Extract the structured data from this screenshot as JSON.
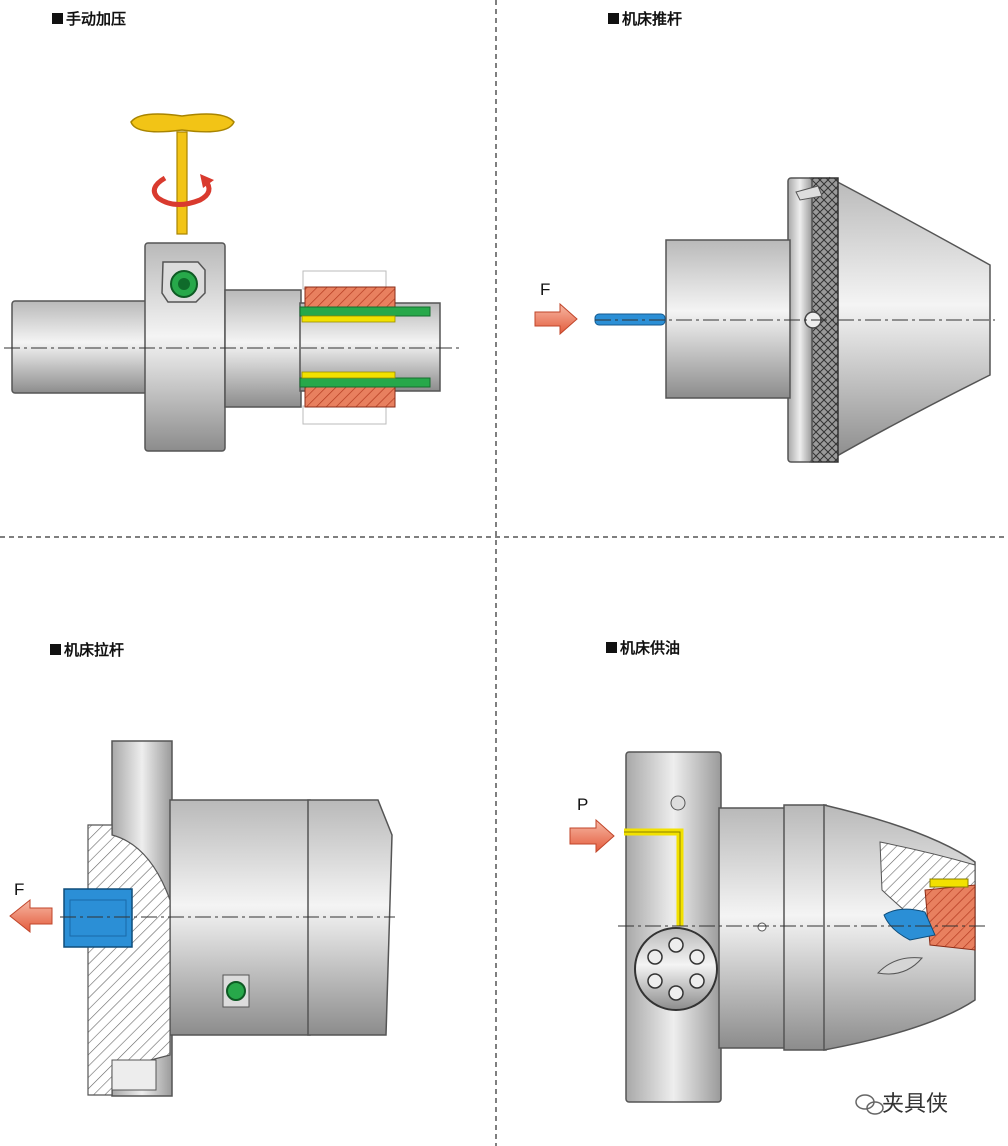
{
  "panels": [
    {
      "title": "手动加压"
    },
    {
      "title": "机床推杆"
    },
    {
      "title": "机床拉杆"
    },
    {
      "title": "机床供油"
    }
  ],
  "labels": {
    "force_push": "F",
    "force_pull": "F",
    "pressure": "P"
  },
  "watermark": {
    "text": "夹具侠",
    "icon": "wechat-icon"
  },
  "colors": {
    "handle": "#f2c416",
    "rotation_arrow": "#d93a2e",
    "hex_screw": "#1fa34a",
    "rubber_sleeve": "#e06a4a",
    "push_rod": "#2b8fd6",
    "oil_path": "#f2e100",
    "arrow": "#e8725a"
  }
}
